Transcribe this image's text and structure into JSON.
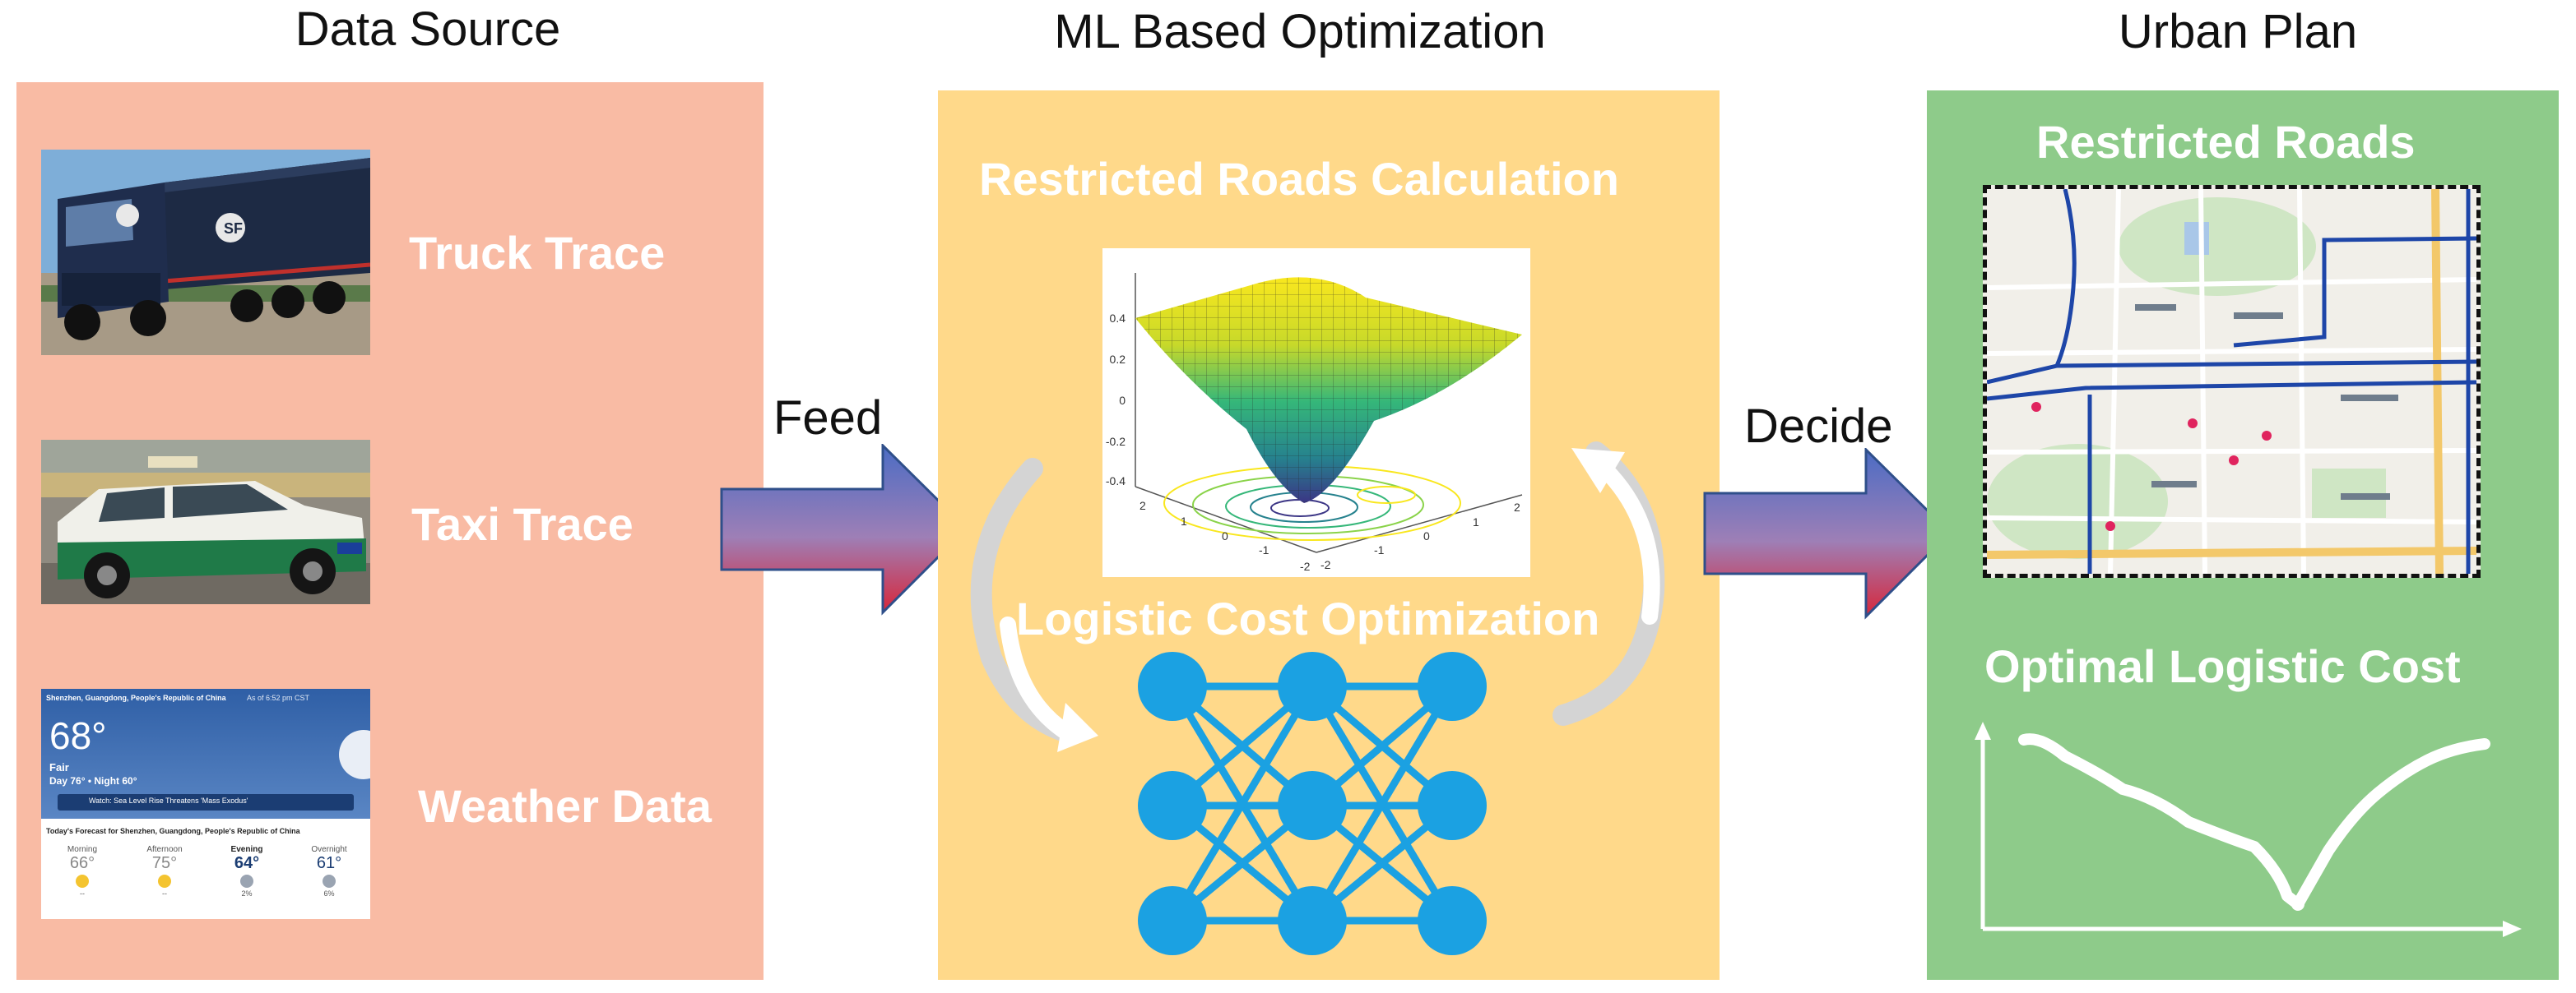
{
  "columns": {
    "data_source": "Data Source",
    "ml_optimization": "ML Based Optimization",
    "urban_plan": "Urban Plan"
  },
  "data_source": {
    "items": [
      {
        "label": "Truck Trace",
        "image": "truck-photo"
      },
      {
        "label": "Taxi Trace",
        "image": "taxi-photo"
      },
      {
        "label": "Weather Data",
        "image": "weather-screenshot"
      }
    ],
    "weather": {
      "location": "Shenzhen, Guangdong, People's Republic of China",
      "as_of": "As of 6:52 pm CST",
      "temp": "68°",
      "condition": "Fair",
      "day_night": "Day 76° • Night 60°",
      "watch": "Watch: Sea Level Rise Threatens 'Mass Exodus'",
      "forecast_title": "Today's Forecast for Shenzhen, Guangdong, People's Republic of China",
      "forecast": [
        {
          "period": "Morning",
          "temp": "66°",
          "precip": "--"
        },
        {
          "period": "Afternoon",
          "temp": "75°",
          "precip": "--"
        },
        {
          "period": "Evening",
          "temp": "64°",
          "precip": "2%"
        },
        {
          "period": "Overnight",
          "temp": "61°",
          "precip": "6%"
        }
      ]
    }
  },
  "arrows": {
    "feed": "Feed",
    "decide": "Decide"
  },
  "ml": {
    "restricted_calc": "Restricted Roads Calculation",
    "logistic_opt": "Logistic Cost Optimization",
    "surface_plot": {
      "z_ticks": [
        "0.4",
        "0.2",
        "0",
        "-0.2",
        "-0.4"
      ],
      "x_ticks": [
        "2",
        "1",
        "0",
        "-1",
        "-2"
      ],
      "y_ticks": [
        "-2",
        "-1",
        "0",
        "1",
        "2"
      ]
    }
  },
  "urban": {
    "restricted_roads": "Restricted Roads",
    "optimal_cost": "Optimal Logistic Cost"
  },
  "colors": {
    "data_panel": "#F9BBA4",
    "ml_panel": "#FFD98A",
    "urban_panel": "#8ECB8A",
    "node": "#1BA1E2",
    "arrow_top": "#4B6CC4",
    "arrow_bottom": "#D8263A"
  }
}
